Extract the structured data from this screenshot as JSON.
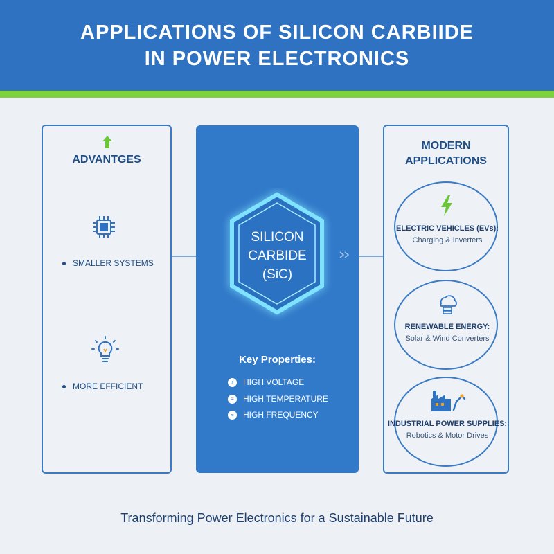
{
  "title": {
    "line1": "APPLICATIONS OF SILICON CARBIIDE",
    "line2": "IN POWER ELECTRONICS"
  },
  "colors": {
    "header": "#2f72c2",
    "accent_bar": "#7ed23c",
    "center_panel": "#3179c9",
    "text_dark": "#1f3f6e"
  },
  "advantages": {
    "heading": "ADVANTGES",
    "icon": "up-arrow-icon",
    "items": [
      {
        "icon": "chip-icon",
        "label": "SMALLER SYSTEMS"
      },
      {
        "icon": "lightbulb-icon",
        "label": "MORE EFFICIENT"
      }
    ]
  },
  "center": {
    "hex_line1": "SILICON",
    "hex_line2": "CARBIDE",
    "hex_line3": "(SiC)",
    "properties_heading": "Key Properties:",
    "properties": [
      {
        "icon": "voltage-icon",
        "label": "HIGH VOLTAGE"
      },
      {
        "icon": "temperature-icon",
        "label": "HIGH TEMPERATURE"
      },
      {
        "icon": "frequency-icon",
        "label": "HIGH FREQUENCY"
      }
    ]
  },
  "applications": {
    "heading_line1": "MODERN",
    "heading_line2": "APPLICATIONS",
    "items": [
      {
        "icon": "lightning-bolt-icon",
        "title": "ELECTRIC VEHICLES (EVs):",
        "subtitle": "Charging & Inverters"
      },
      {
        "icon": "cloud-server-icon",
        "title": "RENEWABLE ENERGY:",
        "subtitle": "Solar & Wind Converters"
      },
      {
        "icon": "factory-robot-icon",
        "title": "INDUSTRIAL POWER SUPPLIES:",
        "subtitle": "Robotics & Motor Drives"
      }
    ]
  },
  "footer": "Transforming Power Electronics for a Sustainable Future"
}
